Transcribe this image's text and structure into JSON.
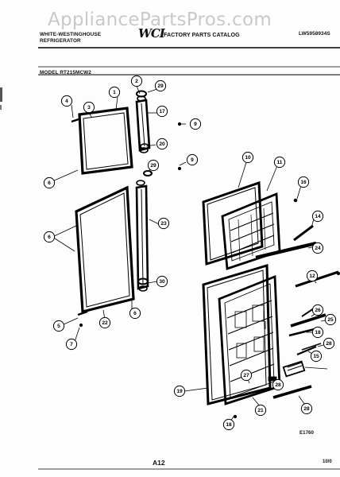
{
  "header": {
    "watermark": "AppliancePartsPros.com",
    "brand_line1": "WHITE-WESTINGHOUSE",
    "brand_line2": "REFRIGERATOR",
    "logo_text": "WCI",
    "catalog_title": "FACTORY PARTS CATALOG",
    "document_number": "LW5958934S",
    "model_label": "MODEL RT215MCW2"
  },
  "diagram": {
    "callouts": [
      {
        "label": "4"
      },
      {
        "label": "3"
      },
      {
        "label": "1"
      },
      {
        "label": "2"
      },
      {
        "label": "29"
      },
      {
        "label": "17"
      },
      {
        "label": "9"
      },
      {
        "label": "20"
      },
      {
        "label": "6"
      },
      {
        "label": "29"
      },
      {
        "label": "9"
      },
      {
        "label": "23"
      },
      {
        "label": "6"
      },
      {
        "label": "30"
      },
      {
        "label": "5"
      },
      {
        "label": "22"
      },
      {
        "label": "6"
      },
      {
        "label": "7"
      },
      {
        "label": "10"
      },
      {
        "label": "11"
      },
      {
        "label": "16"
      },
      {
        "label": "14"
      },
      {
        "label": "24"
      },
      {
        "label": "12"
      },
      {
        "label": "26"
      },
      {
        "label": "25"
      },
      {
        "label": "18"
      },
      {
        "label": "28"
      },
      {
        "label": "15"
      },
      {
        "label": "19"
      },
      {
        "label": "27"
      },
      {
        "label": "28"
      },
      {
        "label": "21"
      },
      {
        "label": "28"
      },
      {
        "label": "18"
      }
    ],
    "figure_id": "E1760"
  },
  "footer": {
    "page_ref": "A12",
    "page_number": "10/0"
  }
}
